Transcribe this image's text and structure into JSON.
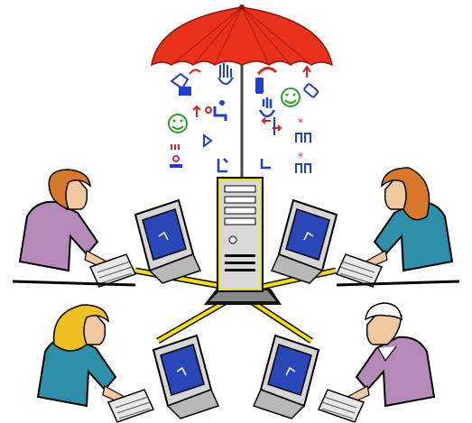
{
  "colors": {
    "umbrella_red": "#e8321c",
    "umbrella_dark": "#b81e0e",
    "cable_yellow": "#f5e000",
    "server_gray": "#d8d8d8",
    "monitor_beige": "#d6d6d6",
    "screen_blue": "#2a47b8",
    "teal_shirt": "#2e8fa8",
    "lavender_shirt": "#b58ab8",
    "hair_orange": "#d8782a",
    "hair_yellow": "#f0c020",
    "skin": "#f2c8a0",
    "icon_blue": "#1f3fd0",
    "icon_red": "#e02020",
    "icon_green": "#2aa02a",
    "icon_magenta": "#d02080"
  },
  "icons": [
    "sign-language-icon",
    "hand-icon",
    "person-reading-icon",
    "accessible-door-icon",
    "smiley-face-icon",
    "connection-arrows-icon",
    "wheelchair-icon",
    "hand-touch-icon",
    "bidirectional-arrows-icon",
    "hearing-icon",
    "group-icon",
    "braille-icon",
    "audio-description-icon",
    "magnifier-icon"
  ],
  "people": [
    {
      "position": "top-left",
      "figure": "woman",
      "hair": "orange",
      "shirt": "lavender"
    },
    {
      "position": "top-right",
      "figure": "woman",
      "hair": "orange",
      "shirt": "teal"
    },
    {
      "position": "bottom-left",
      "figure": "woman",
      "hair": "yellow",
      "shirt": "teal"
    },
    {
      "position": "bottom-right",
      "figure": "man",
      "hair": "white",
      "shirt": "lavender"
    }
  ]
}
